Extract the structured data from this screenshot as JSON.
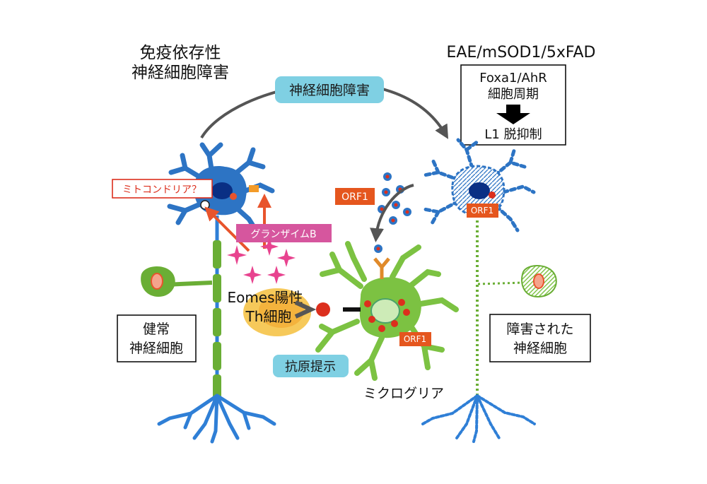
{
  "labels": {
    "immune_title_line1": "免疫依存性",
    "immune_title_line2": "神経細胞障害",
    "models": "EAE/mSOD1/5xFAD",
    "mechanism_line1": "Foxa1/AhR",
    "mechanism_line2": "細胞周期",
    "mechanism_line3": "L1 脱抑制",
    "neuron_damage_arrow": "神経細胞障害",
    "mitochondria": "ミトコンドリア？",
    "granzyme": "グランザイムB",
    "orf1_free": "ORF1",
    "orf1_neuron": "ORF1",
    "orf1_microglia": "ORF1",
    "th_cell_line1": "Eomes陽性",
    "th_cell_line2": "Th細胞",
    "healthy_line1": "健常",
    "healthy_line2": "神経細胞",
    "damaged_line1": "障害された",
    "damaged_line2": "神経細胞",
    "antigen": "抗原提示",
    "microglia": "ミクログリア"
  },
  "colors": {
    "healthy_neuron": "#2d74c4",
    "healthy_axon_blue": "#2f7fd6",
    "myelin_green": "#6aae35",
    "microglia_green": "#7cc242",
    "th_cell_halo": "#f6c95a",
    "granzyme_pink": "#e8438f",
    "orf1_orange": "#e5561e",
    "teal_label": "#7fd0e3",
    "red_accent": "#dc2f1d"
  }
}
